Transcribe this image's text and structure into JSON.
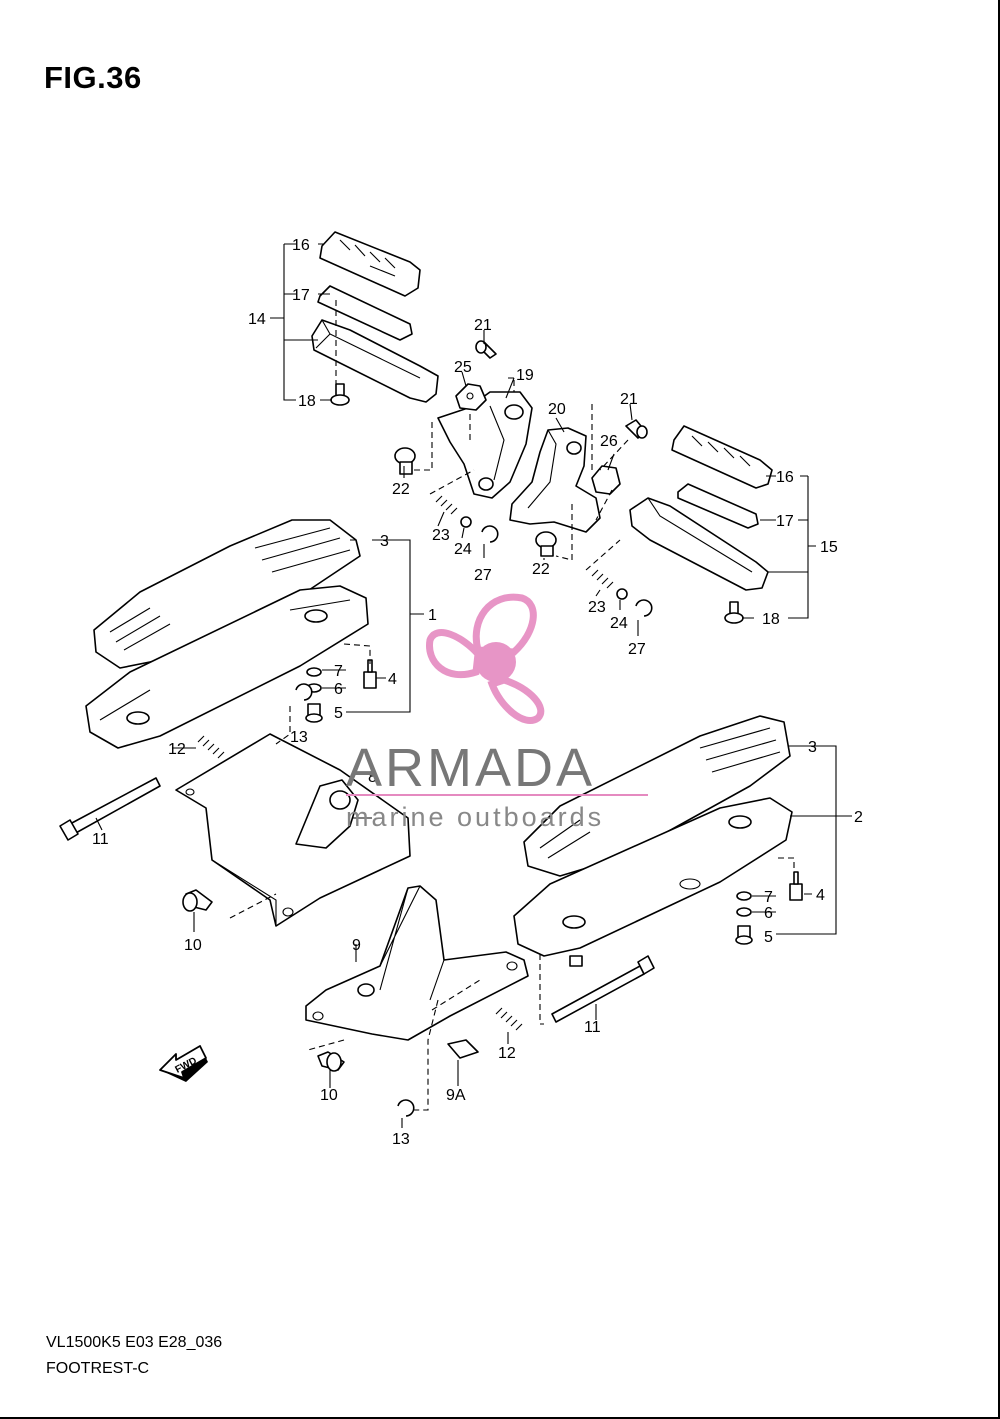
{
  "figure": {
    "title": "FIG.36",
    "model_code": "VL1500K5 E03 E28_036",
    "name": "FOOTREST-C"
  },
  "watermark": {
    "brand": "ARMADA",
    "tagline": "marine outboards",
    "accent_color": "#e58ac0",
    "text_color": "#777777"
  },
  "direction_arrow": {
    "label": "FWD",
    "icon": "fwd-arrow-icon"
  },
  "callouts": {
    "c1": "1",
    "c2": "2",
    "c3a": "3",
    "c3b": "3",
    "c4a": "4",
    "c4b": "4",
    "c5a": "5",
    "c5b": "5",
    "c6a": "6",
    "c6b": "6",
    "c7a": "7",
    "c7b": "7",
    "c8": "8",
    "c9": "9",
    "c9a": "9A",
    "c10a": "10",
    "c10b": "10",
    "c11a": "11",
    "c11b": "11",
    "c12a": "12",
    "c12b": "12",
    "c13a": "13",
    "c13b": "13",
    "c14": "14",
    "c15": "15",
    "c16a": "16",
    "c16b": "16",
    "c17a": "17",
    "c17b": "17",
    "c18a": "18",
    "c18b": "18",
    "c19": "19",
    "c20": "20",
    "c21a": "21",
    "c21b": "21",
    "c22a": "22",
    "c22b": "22",
    "c23a": "23",
    "c23b": "23",
    "c24a": "24",
    "c24b": "24",
    "c25": "25",
    "c26": "26",
    "c27a": "27",
    "c27b": "27"
  }
}
